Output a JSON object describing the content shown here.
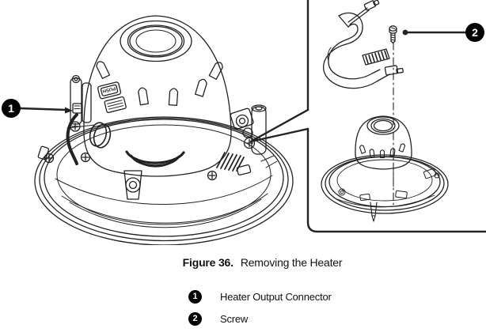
{
  "figure": {
    "push_label": "PUSH",
    "caption": {
      "label": "Figure 36.",
      "title": "Removing the Heater"
    },
    "callouts": [
      {
        "number": "1",
        "label": "Heater Output Connector"
      },
      {
        "number": "2",
        "label": "Screw"
      }
    ]
  },
  "colors": {
    "line": "#222222",
    "badge_bg": "#000000",
    "badge_text": "#ffffff",
    "background": "#ffffff"
  }
}
